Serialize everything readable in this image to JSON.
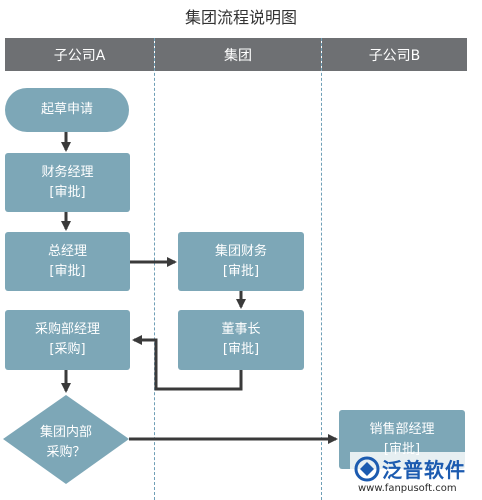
{
  "title": "集团流程说明图",
  "lanes": [
    {
      "label": "子公司A"
    },
    {
      "label": "集团"
    },
    {
      "label": "子公司B"
    }
  ],
  "nodes": {
    "start": {
      "line1": "起草申请"
    },
    "finance_manager": {
      "line1": "财务经理",
      "line2": "[审批]"
    },
    "general_manager": {
      "line1": "总经理",
      "line2": "[审批]"
    },
    "group_finance": {
      "line1": "集团财务",
      "line2": "[审批]"
    },
    "chairman": {
      "line1": "董事长",
      "line2": "[审批]"
    },
    "purchasing_manager": {
      "line1": "采购部经理",
      "line2": "[采购]"
    },
    "decision": {
      "line1": "集团内部",
      "line2": "采购？"
    },
    "sales_manager": {
      "line1": "销售部经理",
      "line2": "[审批]"
    }
  },
  "colors": {
    "lane_header": "#6e7073",
    "node_fill": "#7da7b7",
    "connector": "#3a3a3a",
    "lane_separator": "#6f9fb6"
  },
  "watermark": {
    "name": "泛普软件",
    "url": "www.fanpusoft.com"
  }
}
